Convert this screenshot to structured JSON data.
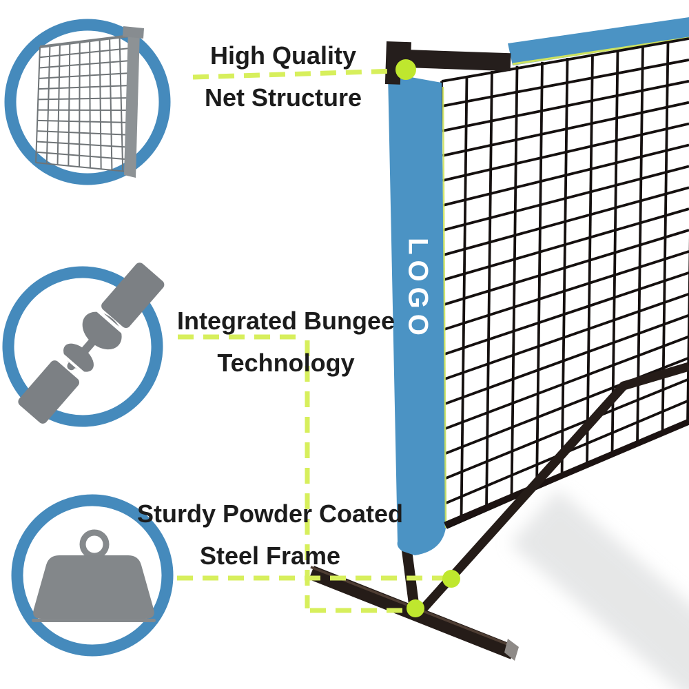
{
  "callouts": {
    "net": {
      "line1": "High Quality",
      "line2": "Net Structure"
    },
    "bungee": {
      "line1": "Integrated Bungee",
      "line2": "Technology"
    },
    "frame": {
      "line1": "Sturdy Powder Coated",
      "line2": "Steel Frame"
    }
  },
  "product": {
    "logo_text": "LOGO"
  },
  "icons": {
    "net": "net-structure-icon",
    "bungee": "bungee-connector-icon",
    "frame": "weight-icon"
  },
  "colors": {
    "accent_blue": "#4b93c4",
    "circle_ring_blue": "#458abc",
    "callout_dash_green": "#d7ef5c",
    "marker_dot_green": "#bfe72e",
    "frame_dark": "#251c18",
    "net_line_black": "#15100f",
    "icon_gray": "#7c8084",
    "text_color": "#1c1c1c",
    "logo_text_color": "#ffffff"
  }
}
